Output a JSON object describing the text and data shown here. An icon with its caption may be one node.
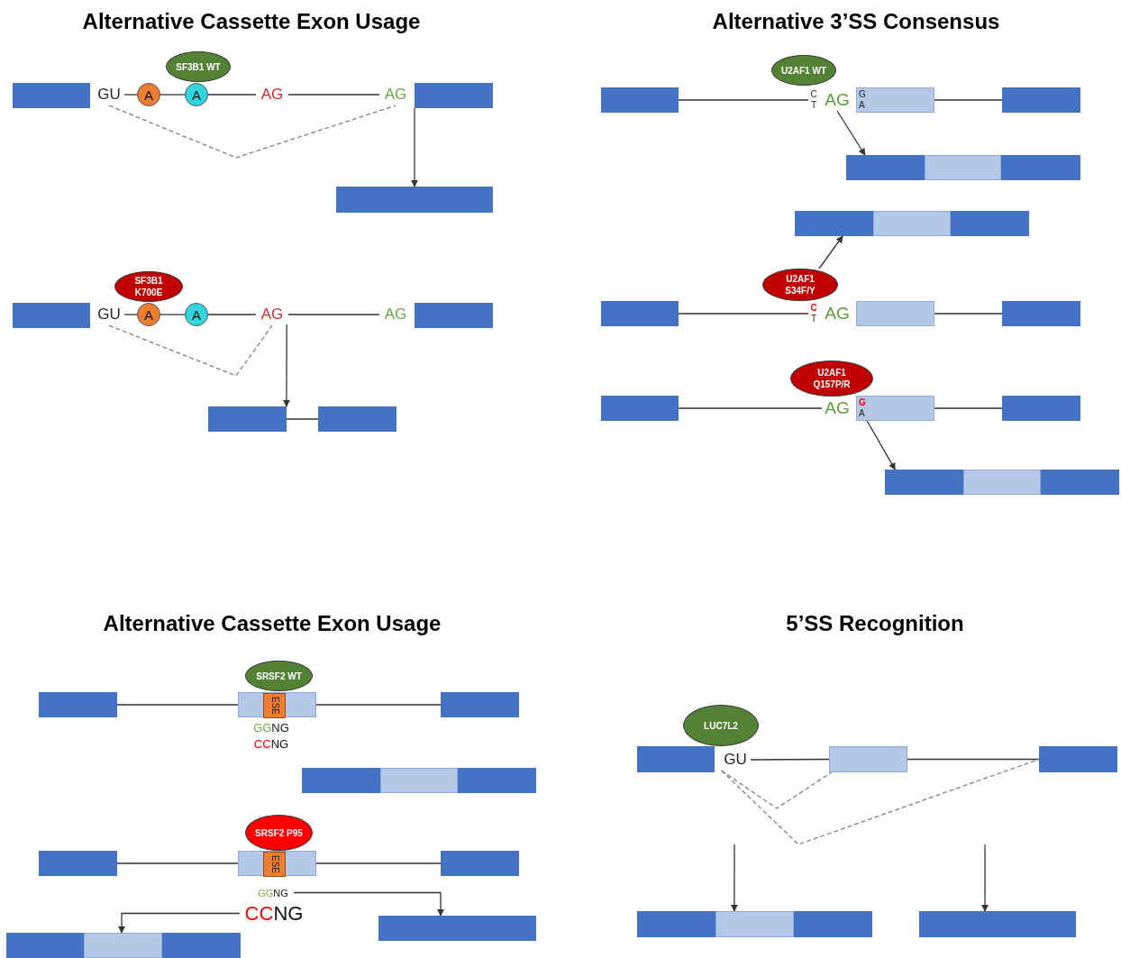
{
  "diagram": {
    "nodes": [
      {
        "text": [],
        "shape": "box"
      },
      {
        "text": [
          "GU"
        ]
      },
      {
        "text": [
          "A"
        ]
      },
      {
        "text": [
          "A"
        ]
      },
      {
        "text": [
          "SF3B1 WT"
        ]
      },
      {
        "text": [
          "AG"
        ]
      },
      {
        "text": [
          "AG"
        ]
      },
      {
        "text": [],
        "shape": "box"
      },
      {
        "text": [],
        "shape": "box"
      },
      {
        "text": [],
        "shape": "box"
      },
      {
        "text": [],
        "shape": "box"
      },
      {
        "text": [
          "GU"
        ]
      },
      {
        "text": [
          "A"
        ]
      },
      {
        "text": [
          "A"
        ]
      },
      {
        "text": [
          "SF3B1 K700E"
        ]
      },
      {
        "text": [
          "AG"
        ]
      },
      {
        "text": [
          "AG"
        ]
      },
      {
        "text": [],
        "shape": "box"
      },
      {
        "text": [],
        "shape": "box"
      },
      {
        "text": [],
        "shape": "box"
      },
      {
        "text": [],
        "shape": "box"
      },
      {
        "text": [
          "C",
          "T"
        ]
      },
      {
        "text": [
          "AG"
        ]
      },
      {
        "text": [
          "G",
          "A"
        ]
      },
      {
        "text": [],
        "shape": "box"
      },
      {
        "text": [
          "U2AF1 WT"
        ]
      },
      {
        "text": [],
        "shape": "box"
      },
      {
        "text": [],
        "shape": "box"
      },
      {
        "text": [],
        "shape": "box"
      },
      {
        "text": [],
        "shape": "box"
      },
      {
        "text": [],
        "shape": "box"
      },
      {
        "text": [],
        "shape": "box"
      },
      {
        "text": [],
        "shape": "box"
      },
      {
        "text": [
          "U2AF1 S34F/Y"
        ]
      },
      {
        "text": [
          "C",
          "T"
        ]
      },
      {
        "text": [
          "AG"
        ]
      },
      {
        "text": [],
        "shape": "box"
      },
      {
        "text": [],
        "shape": "box"
      },
      {
        "text": [],
        "shape": "box"
      },
      {
        "text": [
          "U2AF1 Q157P/R"
        ]
      },
      {
        "text": [
          "AG"
        ]
      },
      {
        "text": [
          "G",
          "A"
        ]
      },
      {
        "text": [],
        "shape": "box"
      },
      {
        "text": [],
        "shape": "box"
      },
      {
        "text": [],
        "shape": "box"
      },
      {
        "text": [],
        "shape": "box"
      },
      {
        "text": [],
        "shape": "box"
      },
      {
        "text": [],
        "shape": "box"
      },
      {
        "text": [
          "ESE"
        ],
        "in": 47
      },
      {
        "text": [
          "SRSF2 WT"
        ]
      },
      {
        "text": [],
        "shape": "box"
      },
      {
        "text": [],
        "shape": "box"
      },
      {
        "text": [],
        "shape": "box"
      },
      {
        "text": [],
        "shape": "box"
      },
      {
        "text": [],
        "shape": "box"
      },
      {
        "text": [],
        "shape": "box"
      },
      {
        "text": [
          "ESE"
        ],
        "in": 55
      },
      {
        "text": [
          "SRSF2 P95"
        ]
      },
      {
        "text": [],
        "shape": "box"
      },
      {
        "text": [
          "GGNG"
        ]
      },
      {
        "text": [
          "CCNG"
        ]
      },
      {
        "text": [],
        "shape": "box"
      },
      {
        "text": [],
        "shape": "box"
      },
      {
        "text": [],
        "shape": "box"
      },
      {
        "text": [],
        "shape": "box"
      },
      {
        "text": [],
        "shape": "box"
      },
      {
        "text": [],
        "shape": "box"
      },
      {
        "text": [
          "LUC7L2"
        ]
      },
      {
        "text": [
          "GU"
        ]
      },
      {
        "text": [],
        "shape": "box"
      },
      {
        "text": [],
        "shape": "box"
      },
      {
        "text": [],
        "shape": "box"
      },
      {
        "text": [],
        "shape": "box"
      },
      {
        "text": [],
        "shape": "box"
      },
      {
        "text": [],
        "shape": "box"
      },
      {
        "text": [],
        "shape": "box"
      }
    ],
    "edges": [
      {
        "from": 1,
        "to": 2,
        "arrow": "none"
      },
      {
        "from": 2,
        "to": 3,
        "arrow": "none"
      },
      {
        "from": 3,
        "to": 5,
        "arrow": "none"
      },
      {
        "from": 5,
        "to": 6,
        "arrow": "none"
      },
      {
        "from": 1,
        "to": 6,
        "arrow": "none",
        "style": "dashed",
        "color": "#808080"
      },
      {
        "from": 7,
        "to": 8,
        "arrow": "to"
      },
      {
        "from": 11,
        "to": 12,
        "arrow": "none"
      },
      {
        "from": 12,
        "to": 13,
        "arrow": "none"
      },
      {
        "from": 13,
        "to": 15,
        "arrow": "none"
      },
      {
        "from": 15,
        "to": 16,
        "arrow": "none"
      },
      {
        "from": 11,
        "to": 15,
        "arrow": "none",
        "style": "dashed",
        "color": "#808080"
      },
      {
        "from": 15,
        "to": 18,
        "arrow": "to"
      },
      {
        "from": 18,
        "to": 19,
        "arrow": "none"
      },
      {
        "from": 20,
        "to": 21,
        "arrow": "none"
      },
      {
        "from": 23,
        "to": 24,
        "arrow": "none"
      },
      {
        "from": 22,
        "to": 26,
        "arrow": "to"
      },
      {
        "from": 33,
        "to": 29,
        "arrow": "to"
      },
      {
        "from": 32,
        "to": 34,
        "arrow": "none"
      },
      {
        "from": 36,
        "to": 37,
        "arrow": "none"
      },
      {
        "from": 38,
        "to": 40,
        "arrow": "none"
      },
      {
        "from": 41,
        "to": 42,
        "arrow": "none"
      },
      {
        "from": 41,
        "to": 43,
        "arrow": "to"
      },
      {
        "from": 46,
        "to": 47,
        "arrow": "none"
      },
      {
        "from": 47,
        "to": 50,
        "arrow": "none"
      },
      {
        "from": 54,
        "to": 55,
        "arrow": "none"
      },
      {
        "from": 55,
        "to": 58,
        "arrow": "none"
      },
      {
        "from": 59,
        "to": 61,
        "arrow": "to"
      },
      {
        "from": 60,
        "to": 64,
        "arrow": "to"
      },
      {
        "from": 68,
        "to": 69,
        "arrow": "none"
      },
      {
        "from": 69,
        "to": 70,
        "arrow": "none"
      },
      {
        "from": 68,
        "to": 69,
        "arrow": "none",
        "style": "dashed",
        "color": "#808080"
      },
      {
        "from": 68,
        "to": 70,
        "arrow": "none",
        "style": "dashed",
        "color": "#808080"
      },
      {
        "from": null,
        "to": 72,
        "arrow": "to"
      },
      {
        "from": null,
        "to": 74,
        "arrow": "to"
      }
    ],
    "labels": [
      "Alternative Cassette Exon Usage",
      "Alternative 3’SS Consensus",
      "Alternative Cassette Exon Usage",
      "5’SS Recognition",
      "GGNG",
      "CCNG"
    ]
  }
}
